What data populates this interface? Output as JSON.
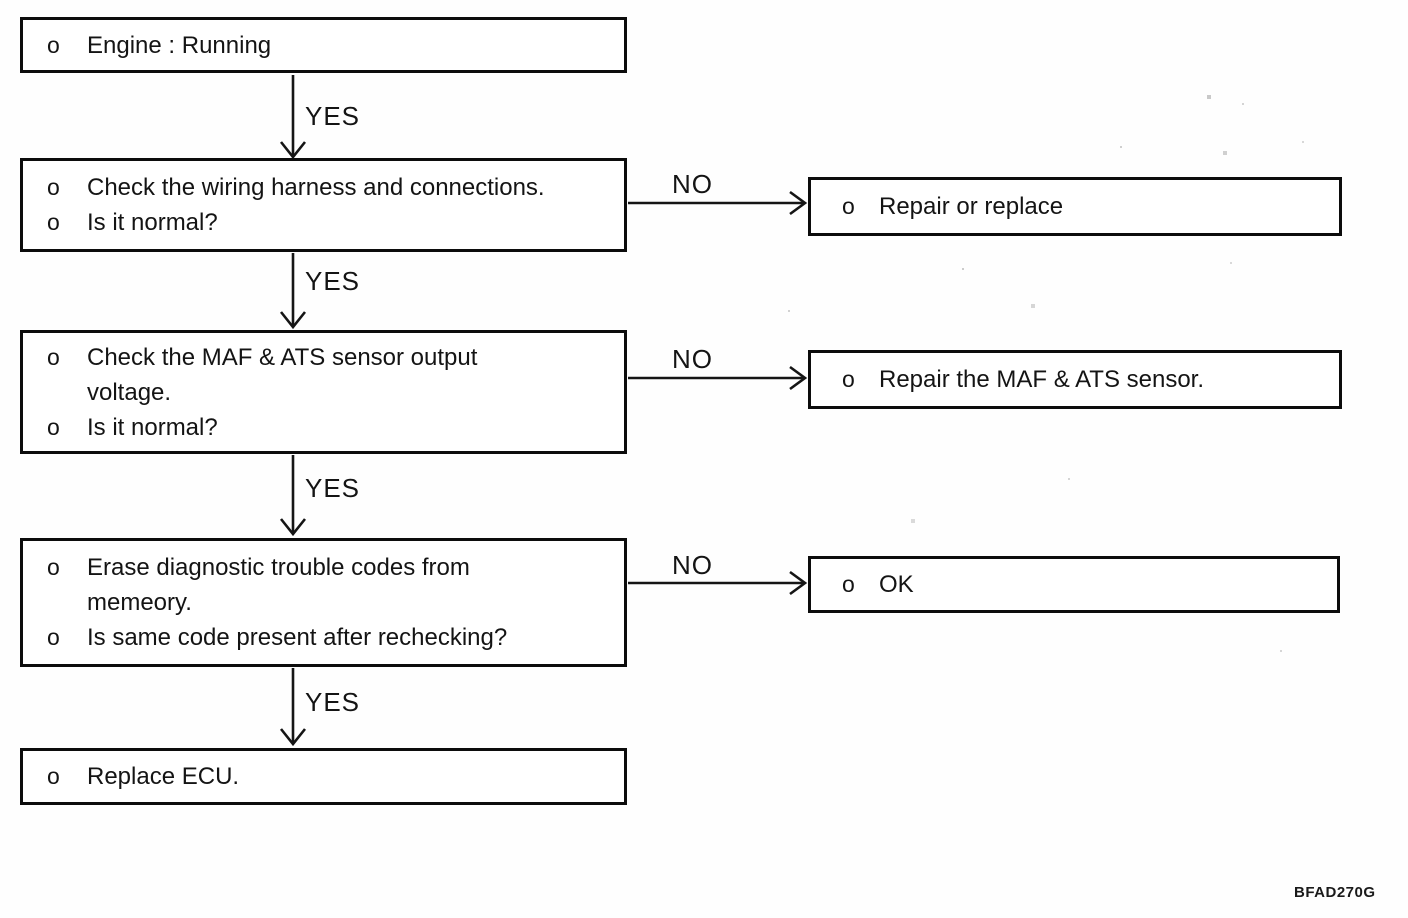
{
  "flowchart": {
    "yes_label": "YES",
    "no_label": "NO",
    "footer_code": "BFAD270G",
    "boxes": {
      "engine": {
        "lines": [
          {
            "bullet": "o",
            "text": "Engine : Running"
          }
        ]
      },
      "wiring": {
        "lines": [
          {
            "bullet": "o",
            "text": "Check the wiring harness and connections."
          },
          {
            "bullet": "o",
            "text": "Is it normal?"
          }
        ]
      },
      "maf_check": {
        "lines": [
          {
            "bullet": "o",
            "text": "Check the MAF & ATS sensor output"
          },
          {
            "bullet": "",
            "text": "voltage."
          },
          {
            "bullet": "o",
            "text": "Is it normal?"
          }
        ]
      },
      "erase_codes": {
        "lines": [
          {
            "bullet": "o",
            "text": "Erase diagnostic trouble codes from"
          },
          {
            "bullet": "",
            "text": "memeory."
          },
          {
            "bullet": "o",
            "text": "Is same code present after rechecking?"
          }
        ]
      },
      "replace_ecu": {
        "lines": [
          {
            "bullet": "o",
            "text": "Replace ECU."
          }
        ]
      },
      "repair_or_replace": {
        "lines": [
          {
            "bullet": "o",
            "text": "Repair or replace"
          }
        ]
      },
      "repair_maf": {
        "lines": [
          {
            "bullet": "o",
            "text": "Repair the MAF & ATS sensor."
          }
        ]
      },
      "ok": {
        "lines": [
          {
            "bullet": "o",
            "text": "OK"
          }
        ]
      }
    }
  }
}
